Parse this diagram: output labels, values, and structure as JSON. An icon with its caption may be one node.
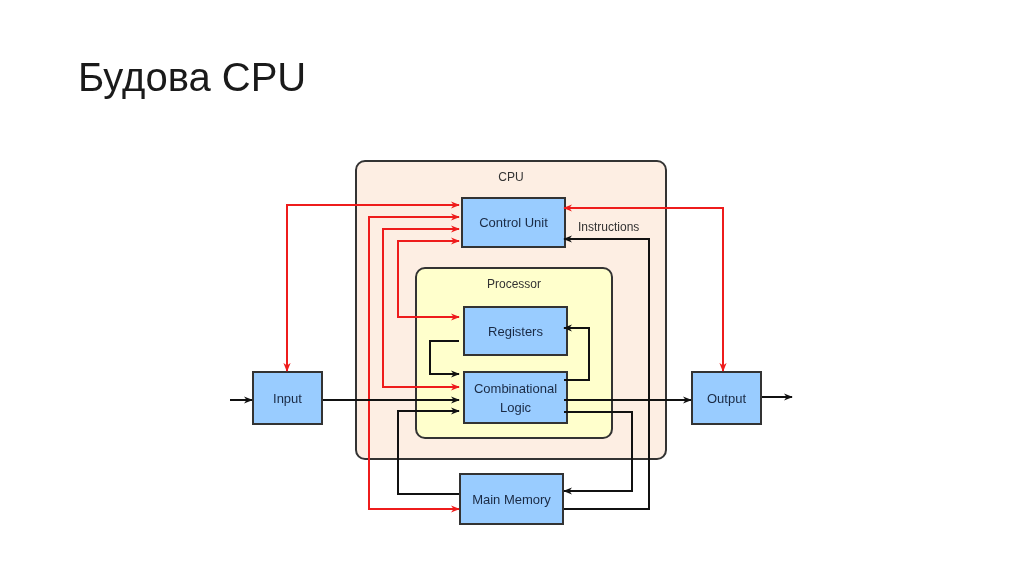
{
  "diagram": {
    "title": "Будова CPU",
    "nodes": [
      {
        "text": [
          "CPU"
        ]
      },
      {
        "text": [
          "Control Unit"
        ],
        "in": 0
      },
      {
        "text": [
          "Processor"
        ],
        "in": 0
      },
      {
        "text": [
          "Registers"
        ],
        "in": 2
      },
      {
        "text": [
          "Combinational Logic"
        ],
        "in": 2
      },
      {
        "text": [
          "Input"
        ]
      },
      {
        "text": [
          "Output"
        ]
      },
      {
        "text": [
          "Main Memory"
        ]
      }
    ],
    "edges": [
      {
        "from": 1,
        "to": 5,
        "arrow": "both",
        "color": "#ee1c1c"
      },
      {
        "from": 1,
        "to": 7,
        "arrow": "both",
        "color": "#ee1c1c"
      },
      {
        "from": 1,
        "to": 4,
        "arrow": "both",
        "color": "#ee1c1c"
      },
      {
        "from": 1,
        "to": 3,
        "arrow": "both",
        "color": "#ee1c1c"
      },
      {
        "from": 1,
        "to": 6,
        "arrow": "both",
        "color": "#ee1c1c"
      },
      {
        "from": 7,
        "to": 1,
        "arrow": "to",
        "label": "Instructions"
      },
      {
        "from": 3,
        "to": 4,
        "arrow": "to"
      },
      {
        "from": 4,
        "to": 3,
        "arrow": "to"
      },
      {
        "from": 5,
        "to": 4,
        "arrow": "to"
      },
      {
        "from": 7,
        "to": 4,
        "arrow": "to"
      },
      {
        "from": 4,
        "to": 7,
        "arrow": "to"
      },
      {
        "from": 4,
        "to": 6,
        "arrow": "to"
      },
      {
        "from": null,
        "to": 5,
        "arrow": "to"
      },
      {
        "from": 6,
        "to": null,
        "arrow": "to"
      }
    ]
  }
}
